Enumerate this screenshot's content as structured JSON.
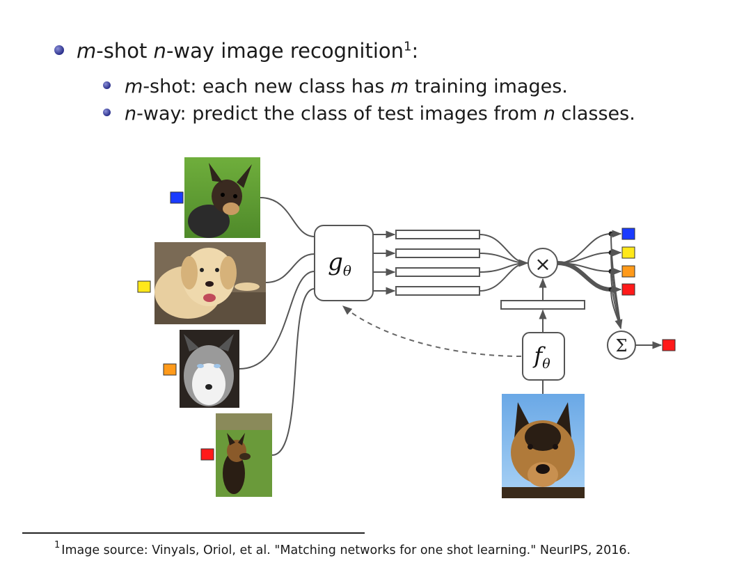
{
  "bullets": {
    "main": {
      "var": "m",
      "text": "-shot ",
      "var2": "n",
      "text2": "-way image recognition",
      "sup": "1",
      "colon": ":"
    },
    "sub": [
      {
        "var": "m",
        "text": "-shot: each new class has ",
        "var2": "m",
        "text2": " training images."
      },
      {
        "var": "n",
        "text": "-way: predict the class of test images from ",
        "var2": "n",
        "text2": " classes."
      }
    ]
  },
  "diagram": {
    "g_label": "g",
    "g_sub": "θ",
    "f_label": "f",
    "f_sub": "θ",
    "times_symbol": "×",
    "sum_symbol": "Σ",
    "support_classes": [
      "blue",
      "yellow",
      "orange",
      "red"
    ],
    "class_colors": {
      "blue": "#1a3bff",
      "yellow": "#ffe81a",
      "orange": "#ff9a1a",
      "red": "#ff1a1a"
    },
    "predicted_class": "red",
    "images": {
      "support": [
        "chihuahua-photo",
        "labrador-photo",
        "husky-photo",
        "german-shepherd-photo"
      ],
      "query": "german-shepherd-query-photo"
    }
  },
  "footnote": {
    "sup": "1",
    "text": "Image source: Vinyals, Oriol, et al. \"Matching networks for one shot learning.\" NeurIPS, 2016."
  }
}
